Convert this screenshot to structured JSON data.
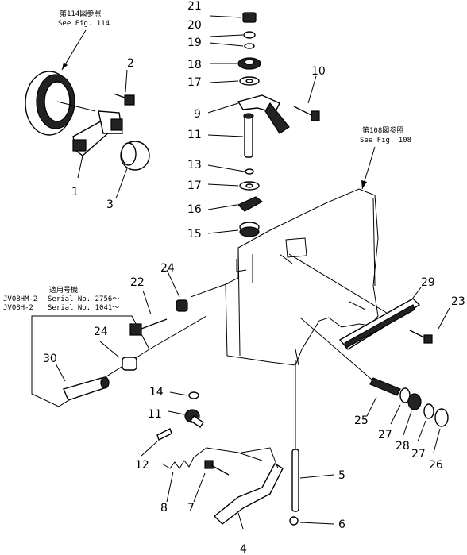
{
  "references": {
    "fig114_jp": "第114図参照",
    "fig114_en": "See Fig. 114",
    "fig108_jp": "第108図参照",
    "fig108_en": "See Fig. 108"
  },
  "applicability": {
    "header_jp": "適用号機",
    "model1": "JV08HM-2",
    "serial1": "Serial No. 2756～",
    "model2": "JV08H-2",
    "serial2": "Serial No. 1041～"
  },
  "callouts": [
    "1",
    "2",
    "3",
    "4",
    "5",
    "6",
    "7",
    "8",
    "9",
    "10",
    "11",
    "12",
    "13",
    "14",
    "15",
    "16",
    "17",
    "18",
    "19",
    "20",
    "21",
    "22",
    "23",
    "24",
    "25",
    "26",
    "27",
    "28",
    "29",
    "30"
  ],
  "colors": {
    "line": "#000000",
    "background": "#ffffff"
  }
}
